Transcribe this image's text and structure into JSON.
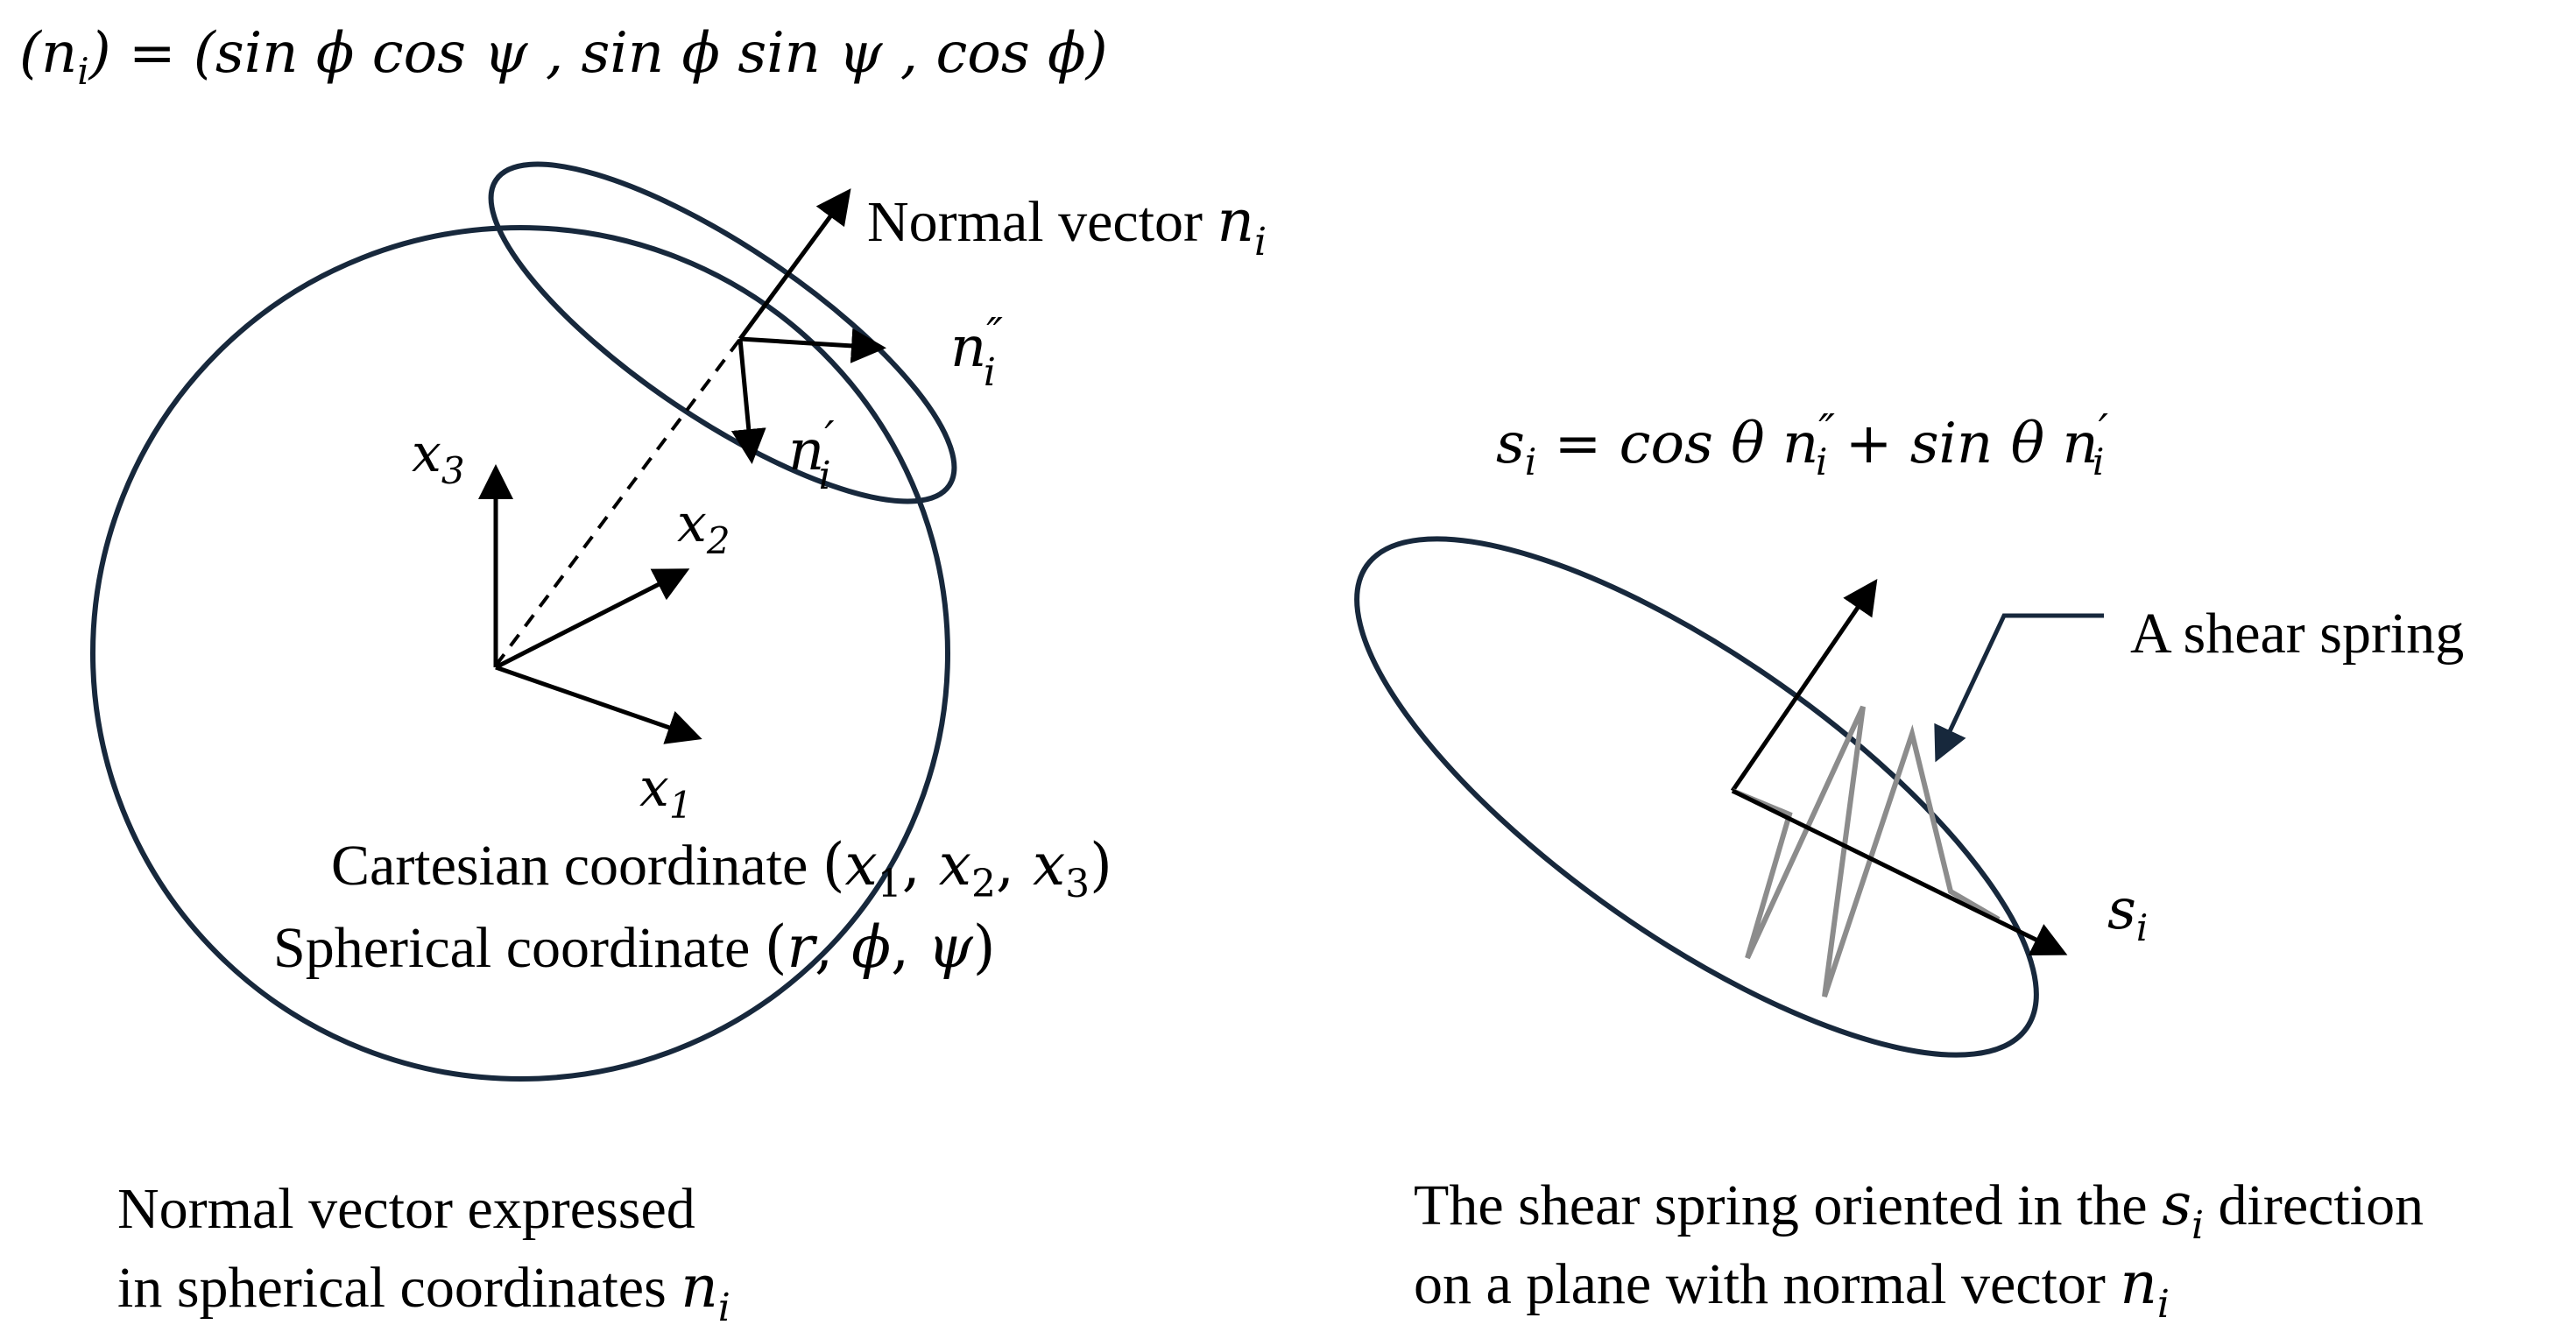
{
  "colors": {
    "outline": "#17283c",
    "arrow": "#000000",
    "spring": "#8c8c8c",
    "background": "#ffffff"
  },
  "left_figure": {
    "formula_top": "(nᵢ) = (sin ϕ cos ψ , sin ϕ sin ψ , cos ϕ)",
    "normal_label": "Normal vector nᵢ",
    "n_double_prime_label": "nᵢ″",
    "n_prime_label": "nᵢ′",
    "axis_x1": "x₁",
    "axis_x2": "x₂",
    "axis_x3": "x₃",
    "cartesian_line": "Cartesian coordinate (x₁, x₂, x₃)",
    "spherical_line": "Spherical coordinate (r, ϕ, ψ)",
    "caption_line1": "Normal vector expressed",
    "caption_line2": "in spherical coordinates nᵢ"
  },
  "right_figure": {
    "formula": "sᵢ = cos θ nᵢ″ + sin θ nᵢ′",
    "spring_label": "A shear spring",
    "s_label": "sᵢ",
    "caption_line1": "The shear spring oriented in the sᵢ direction",
    "caption_line2": "on a plane with normal vector nᵢ"
  }
}
